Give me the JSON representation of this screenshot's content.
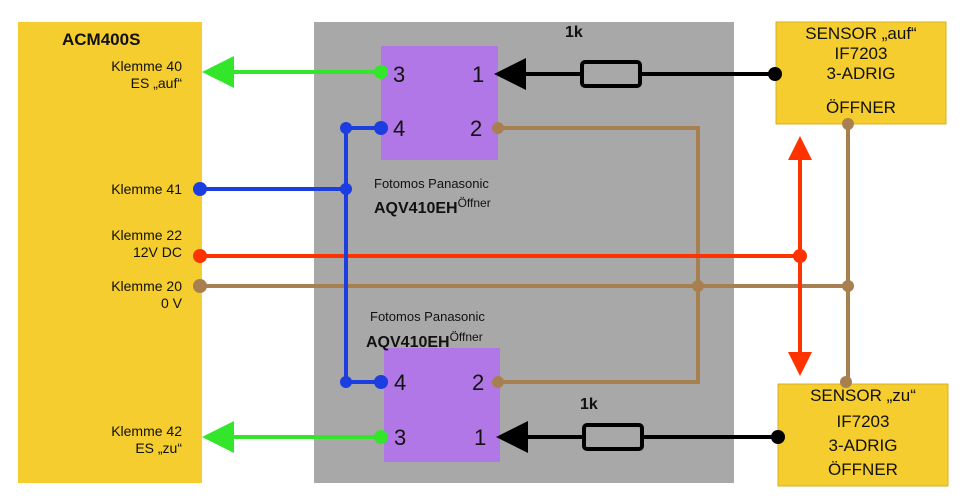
{
  "controller": {
    "title": "ACM400S",
    "terminals": [
      {
        "line1": "Klemme 40",
        "line2": "ES „auf“"
      },
      {
        "line1": "Klemme 41",
        "line2": ""
      },
      {
        "line1": "Klemme 22",
        "line2": "12V DC"
      },
      {
        "line1": "Klemme 20",
        "line2": "0 V"
      },
      {
        "line1": "Klemme 42",
        "line2": "ES „zu“"
      }
    ]
  },
  "relays": [
    {
      "maker": "Fotomos Panasonic",
      "model": "AQV410EH",
      "model_suffix": "Öffner",
      "pins": {
        "p1": "1",
        "p2": "2",
        "p3": "3",
        "p4": "4"
      }
    },
    {
      "maker": "Fotomos Panasonic",
      "model": "AQV410EH",
      "model_suffix": "Öffner",
      "pins": {
        "p1": "1",
        "p2": "2",
        "p3": "3",
        "p4": "4"
      }
    }
  ],
  "resistors": [
    {
      "label": "1k"
    },
    {
      "label": "1k"
    }
  ],
  "sensors": [
    {
      "line1": "SENSOR „auf“",
      "line2": "IF7203",
      "line3": "3-ADRIG",
      "line4": "ÖFFNER"
    },
    {
      "line1": "SENSOR „zu“",
      "line2": "IF7203",
      "line3": "3-ADRIG",
      "line4": "ÖFFNER"
    }
  ],
  "colors": {
    "controller_fill": "#f5cd2e",
    "panel_fill": "#a8a8a8",
    "relay_fill": "#b277e6",
    "green": "#33e62b",
    "blue": "#1c3de0",
    "red": "#ff3300",
    "brown": "#a8804f",
    "black": "#000000"
  }
}
